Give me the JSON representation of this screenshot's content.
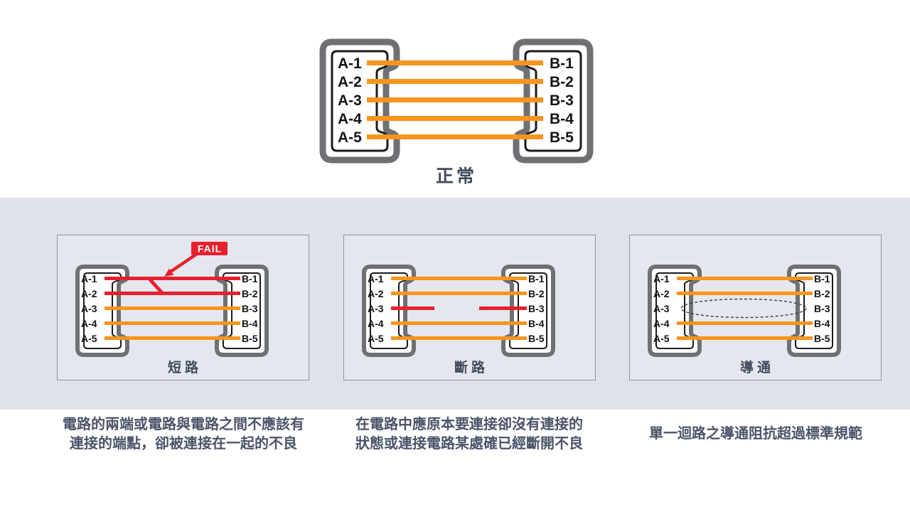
{
  "normal": {
    "title": "正常",
    "left_pins": [
      "A-1",
      "A-2",
      "A-3",
      "A-4",
      "A-5"
    ],
    "right_pins": [
      "B-1",
      "B-2",
      "B-3",
      "B-4",
      "B-5"
    ]
  },
  "panels": [
    {
      "title": "短路",
      "fail_label": "FAIL",
      "left_pins": [
        "A-1",
        "A-2",
        "A-3",
        "A-4",
        "A-5"
      ],
      "right_pins": [
        "B-1",
        "B-2",
        "B-3",
        "B-4",
        "B-5"
      ],
      "desc_line1": "電路的兩端或電路與電路之間不應該有",
      "desc_line2": "連接的端點，卻被連接在一起的不良"
    },
    {
      "title": "斷路",
      "left_pins": [
        "A-1",
        "A-2",
        "A-3",
        "A-4",
        "A-5"
      ],
      "right_pins": [
        "B-1",
        "B-2",
        "B-3",
        "B-4",
        "B-5"
      ],
      "desc_line1": "在電路中應原本要連接卻沒有連接的",
      "desc_line2": "狀態或連接電路某處確已經斷開不良"
    },
    {
      "title": "導通",
      "left_pins": [
        "A-1",
        "A-2",
        "A-3",
        "A-4",
        "A-5"
      ],
      "right_pins": [
        "B-1",
        "B-2",
        "B-3",
        "B-4",
        "B-5"
      ],
      "desc_line1": "單一迴路之導通阻抗超過標準規範",
      "desc_line2": ""
    }
  ],
  "colors": {
    "wire_orange": "#F7941D",
    "wire_red": "#E6212E",
    "band_background": "#DFE2EA",
    "panel_background": "#E4E7EE",
    "panel_border": "#8E939E",
    "connector_gray": "#6E7073",
    "connector_line": "#1B1B1B",
    "title_text": "#414B5E",
    "description_text": "#4A5469",
    "fail_badge_bg": "#E6212E",
    "fail_badge_text": "#FFFFFF"
  }
}
